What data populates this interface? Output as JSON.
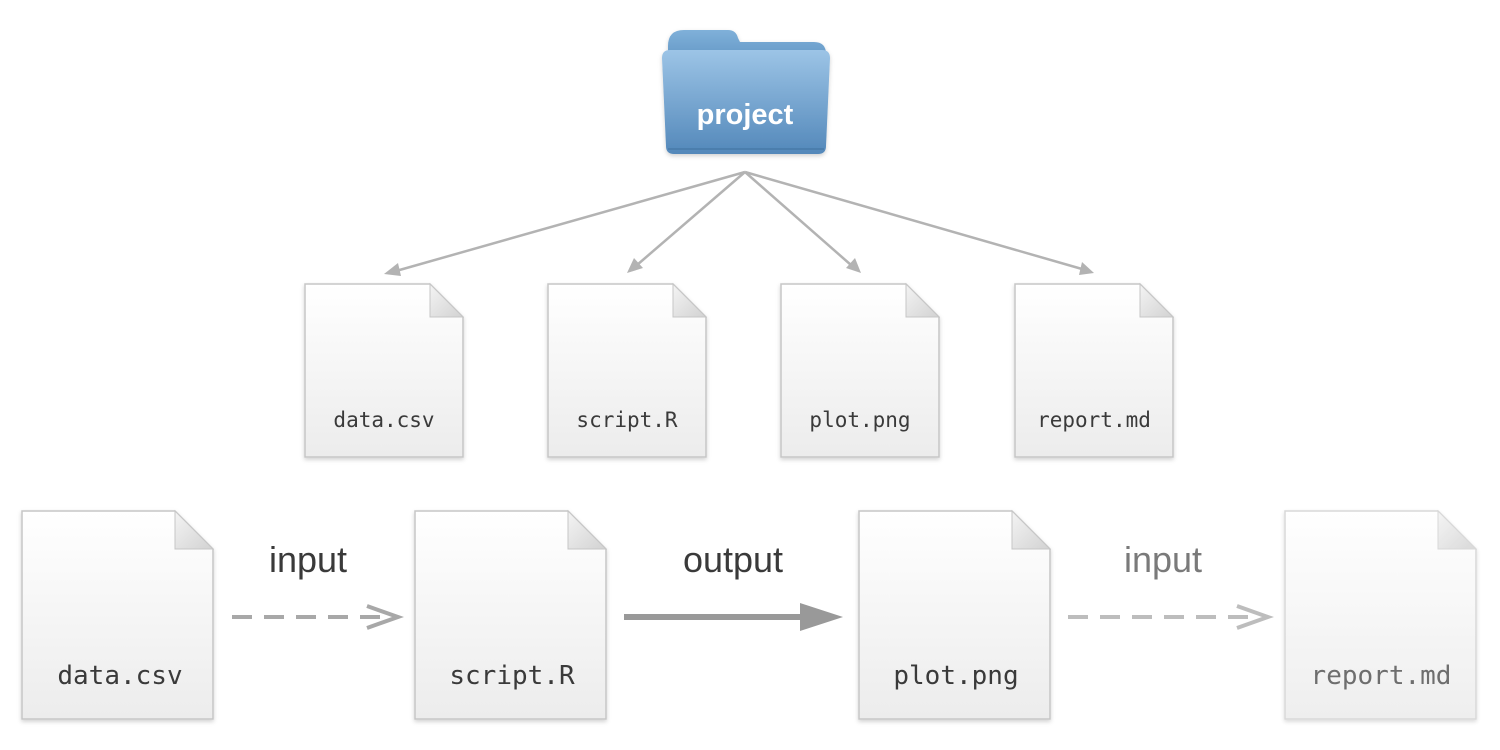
{
  "folder": {
    "label": "project",
    "icon": "folder-icon",
    "color": "#6a9ccb"
  },
  "tree_files": [
    {
      "name": "data.csv"
    },
    {
      "name": "script.R"
    },
    {
      "name": "plot.png"
    },
    {
      "name": "report.md"
    }
  ],
  "pipeline": {
    "files": [
      {
        "name": "data.csv"
      },
      {
        "name": "script.R"
      },
      {
        "name": "plot.png"
      },
      {
        "name": "report.md",
        "faded": true
      }
    ],
    "steps": [
      {
        "label": "input",
        "style": "dashed"
      },
      {
        "label": "output",
        "style": "solid"
      },
      {
        "label": "input",
        "style": "dashed",
        "faded": true
      }
    ]
  },
  "colors": {
    "arrow": "#aaaaaa",
    "arrow_dark": "#999999",
    "arrow_faded": "#bbbbbb",
    "doc_border": "#c8c8c8",
    "text": "#3a3a3a",
    "text_faded": "#777777"
  }
}
